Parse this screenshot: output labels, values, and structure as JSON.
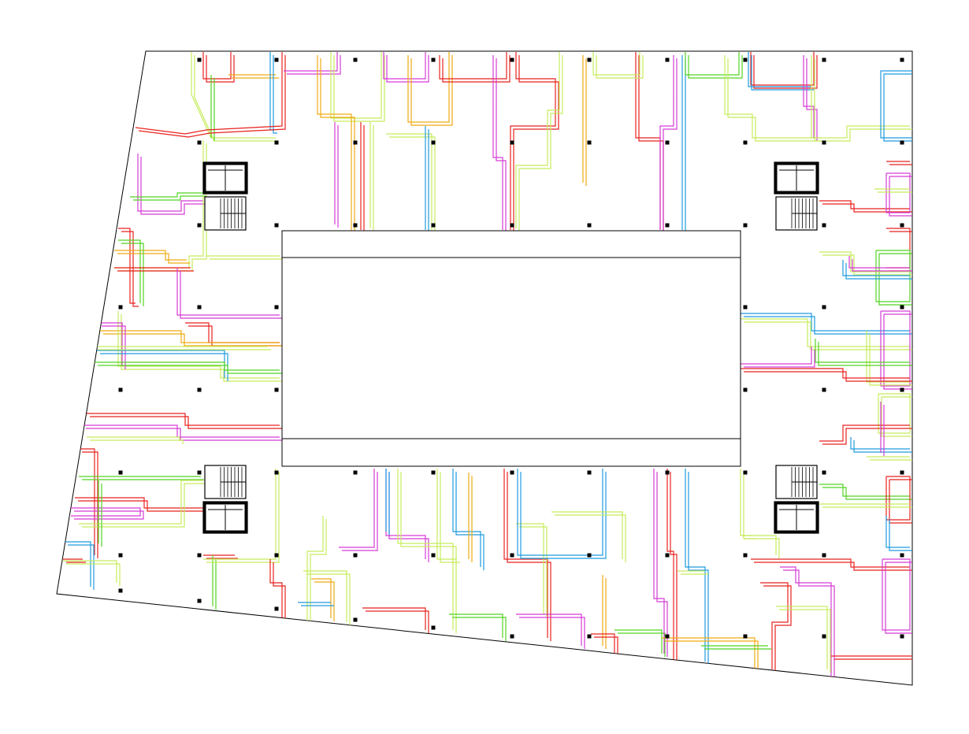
{
  "colors": {
    "red": "#e8221e",
    "magenta": "#d63bd6",
    "blue": "#1e9be0",
    "green": "#52d422",
    "lime": "#c6ec5c",
    "orange": "#f0aa10",
    "black": "#000000"
  },
  "elements": {
    "floor_outline": "floor-slab-outline",
    "atrium": "central-atrium-void",
    "columns": "structural-columns",
    "cores": [
      "stair-core-nw",
      "stair-core-ne",
      "stair-core-sw",
      "stair-core-se"
    ],
    "services": "mep-service-routes"
  }
}
